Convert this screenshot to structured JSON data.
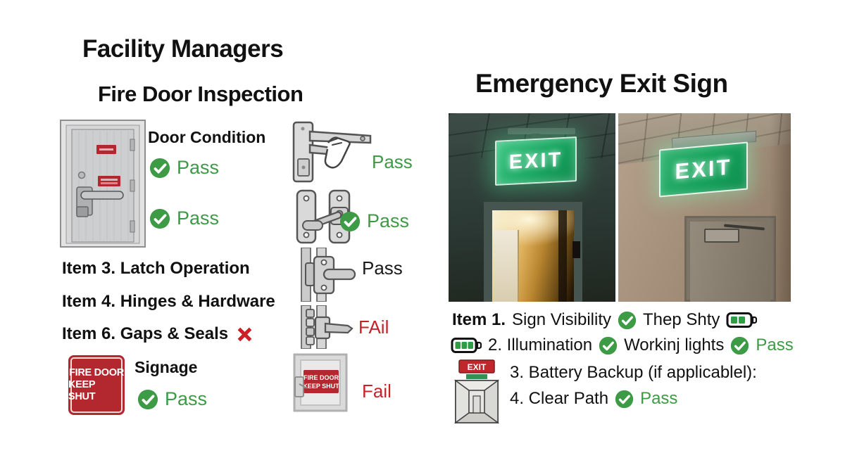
{
  "colors": {
    "pass_green": "#3d9a45",
    "fail_red": "#c5232a",
    "x_red": "#cc2027",
    "sign_red": "#b3282e",
    "exit_sign_green": "#17a35e",
    "text_black": "#111111"
  },
  "fire_door_section": {
    "title": "Facility Managers",
    "subtitle": "Fire Door Inspection",
    "door_condition": {
      "heading": "Door Condition",
      "checks": [
        {
          "icon": "circled-checkmark",
          "status": "Pass"
        },
        {
          "icon": "circled-checkmark",
          "status": "Pass"
        }
      ]
    },
    "items": [
      {
        "label": "Item 3. Latch Operation"
      },
      {
        "label": "Item 4. Hinges & Hardware"
      },
      {
        "label": "Item 6. Gaps & Seals",
        "result_icon": "x-mark"
      }
    ],
    "signage": {
      "sign_line1": "FIRE DOOR",
      "sign_line2": "KEEP SHUT",
      "heading": "Signage",
      "icon": "circled-checkmark",
      "status": "Pass"
    },
    "hardware_checks": [
      {
        "illustration": "panic-bar-with-hand",
        "status": "Pass"
      },
      {
        "illustration": "gate-latch",
        "icon": "circled-checkmark",
        "status": "Pass"
      },
      {
        "illustration": "frame-latch",
        "status": "Pass"
      },
      {
        "illustration": "frame-hinge",
        "status": "FAil"
      },
      {
        "illustration": "framed-fire-door-sign",
        "status": "Fail",
        "sign_line1": "FIRE DOOR",
        "sign_line2": "KEEP SHUT"
      }
    ]
  },
  "exit_sign_section": {
    "title": "Emergency Exit Sign",
    "photos": [
      {
        "name": "dark-hallway-exit-photo",
        "sign_text": "EXIT"
      },
      {
        "name": "bright-room-exit-photo",
        "sign_text": "EXIT"
      }
    ],
    "checklist": {
      "line1": {
        "prefix": "Item 1.",
        "label": "Sign Visibility",
        "check_icon": "circled-checkmark",
        "suffix": "Thep Shty",
        "battery_icon": "battery-two-bars"
      },
      "line2": {
        "battery_icon": "battery-three-bars",
        "label": "2. Illumination",
        "check_icon": "circled-checkmark",
        "mid": "Workinj lights",
        "status": "Pass"
      },
      "line3": {
        "icon": "exit-corridor",
        "label": "3. Battery Backup (if applicablel):"
      },
      "line4": {
        "label": "4. Clear Path",
        "check_icon": "circled-checkmark",
        "status": "Pass"
      }
    },
    "corridor_icon": {
      "sign_text": "EXIT"
    }
  }
}
